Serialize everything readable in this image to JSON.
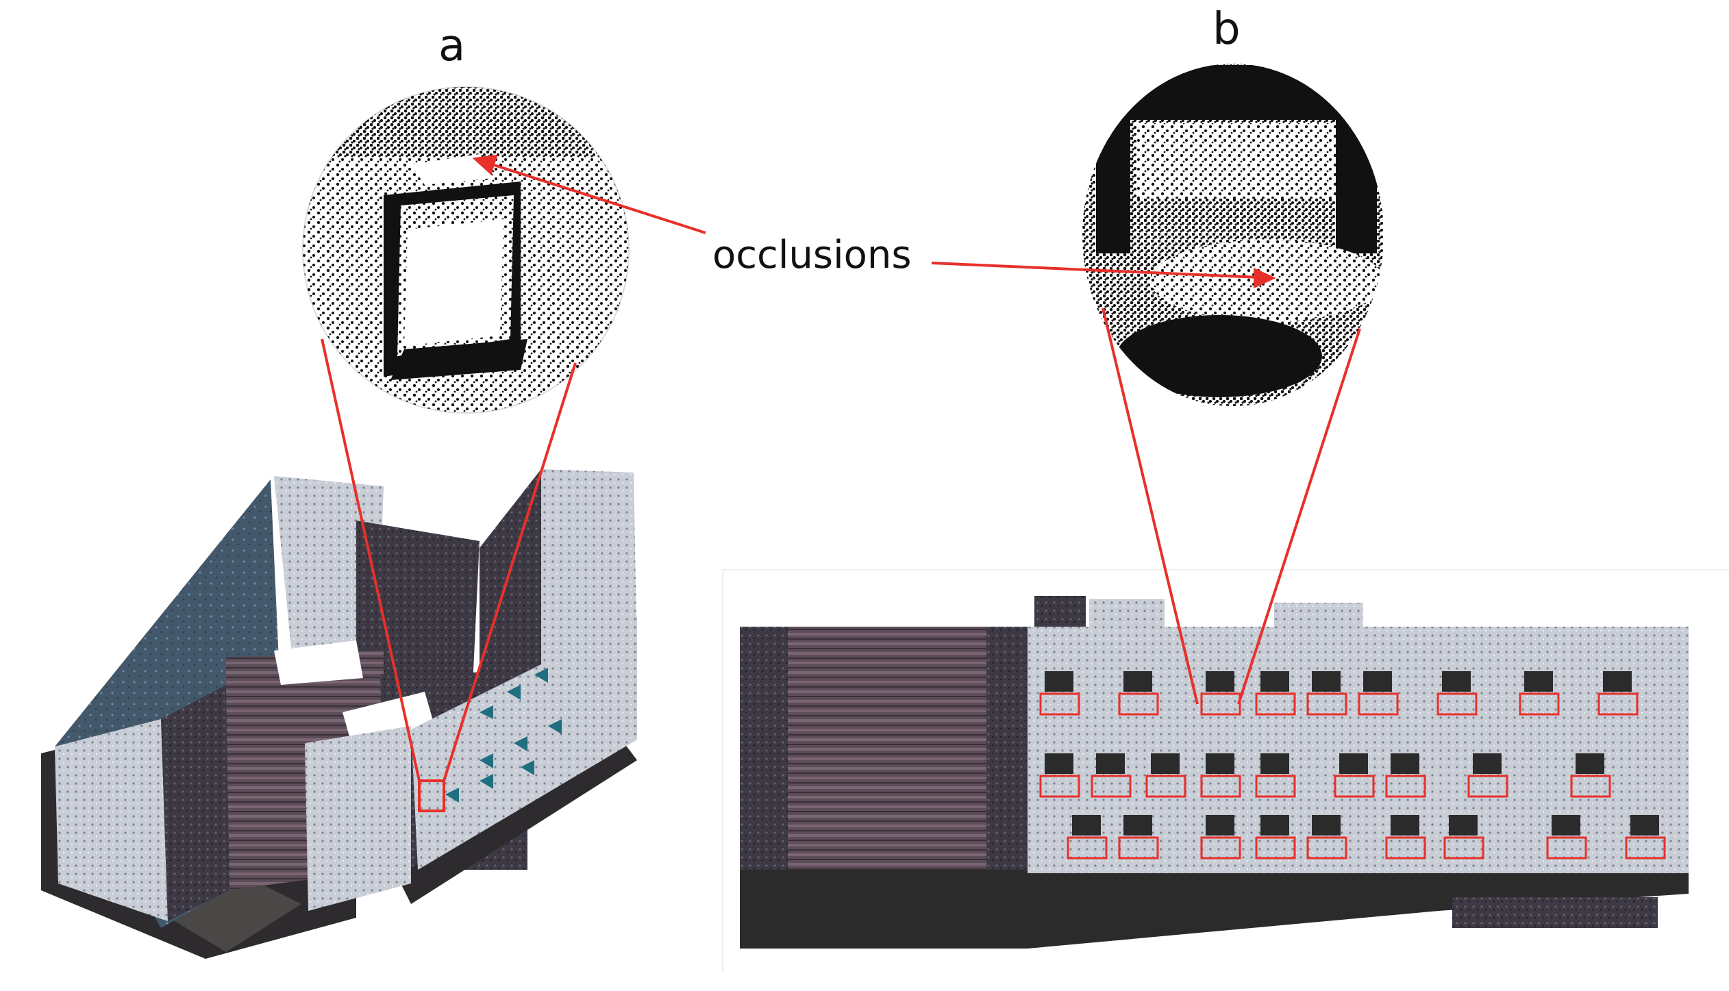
{
  "panels": {
    "a": {
      "label": "a"
    },
    "b": {
      "label": "b"
    }
  },
  "annotation": {
    "text": "occlusions"
  },
  "colors": {
    "callout_red": "#e8302a",
    "point_black": "#111111",
    "facade_light": "#c9ccd4",
    "facade_dark": "#3d3742",
    "ground": "#2b2b2b"
  }
}
